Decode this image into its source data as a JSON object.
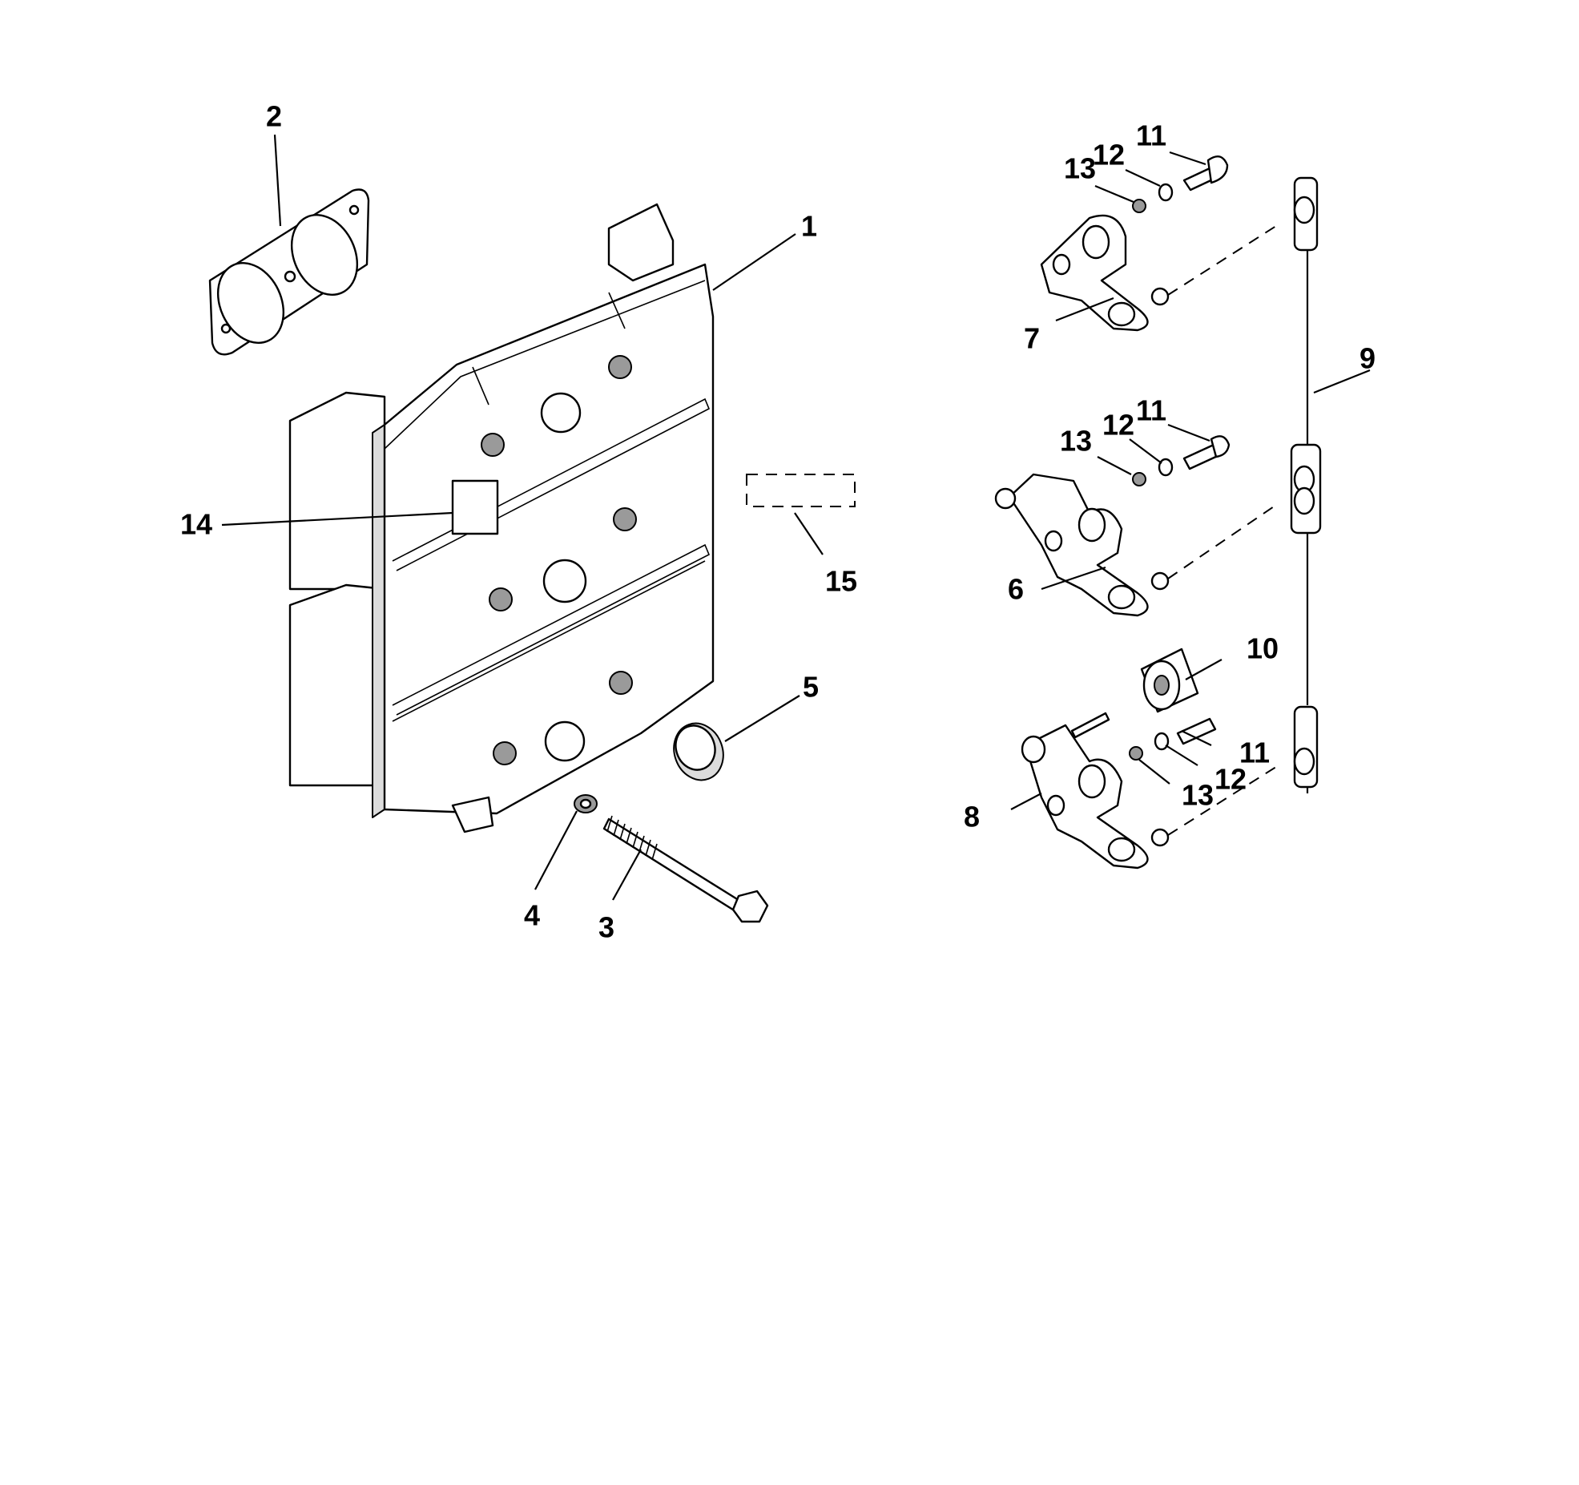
{
  "callouts": {
    "c1": "1",
    "c2": "2",
    "c3": "3",
    "c4": "4",
    "c5": "5",
    "c6": "6",
    "c7": "7",
    "c8": "8",
    "c9": "9",
    "c10": "10",
    "c11_top": "11",
    "c12_top": "12",
    "c13_top": "13",
    "c11_mid": "11",
    "c12_mid": "12",
    "c13_mid": "13",
    "c11_bot": "11",
    "c12_bot": "12",
    "c13_bot": "13",
    "c14": "14",
    "c15": "15"
  },
  "colors": {
    "line": "#000000",
    "fill": "#ffffff",
    "shade": "#dcdcdc"
  }
}
